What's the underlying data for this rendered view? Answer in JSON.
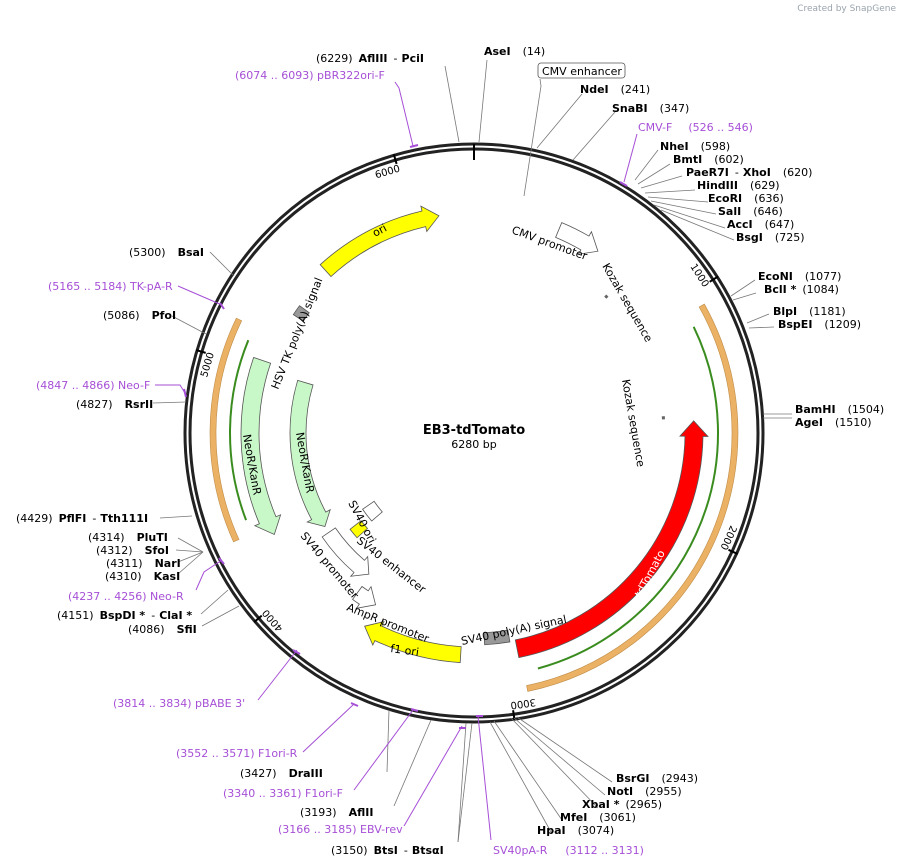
{
  "watermark": "Created by SnapGene",
  "plasmid": {
    "name": "EB3-tdTomato",
    "length_label": "6280 bp",
    "length": 6280
  },
  "ticks": [
    {
      "label": "1000",
      "pos": 1000
    },
    {
      "label": "2000",
      "pos": 2000
    },
    {
      "label": "3000",
      "pos": 3000
    },
    {
      "label": "4000",
      "pos": 4000
    },
    {
      "label": "5000",
      "pos": 5000
    },
    {
      "label": "6000",
      "pos": 6000
    }
  ],
  "restriction_sites": [
    {
      "text_a": "(6229)",
      "name": "AflIII",
      "name2": "PciI",
      "pos": 6229
    },
    {
      "name": "AseI",
      "text_b": "(14)",
      "pos": 14
    },
    {
      "name": "NdeI",
      "text_b": "(241)",
      "pos": 241
    },
    {
      "name": "SnaBI",
      "text_b": "(347)",
      "pos": 347
    },
    {
      "name": "NheI",
      "text_b": "(598)",
      "pos": 598
    },
    {
      "name": "BmtI",
      "text_b": "(602)",
      "pos": 602
    },
    {
      "name": "PaeR7I",
      "name2": "XhoI",
      "text_b": "(620)",
      "pos": 620
    },
    {
      "name": "HindIII",
      "text_b": "(629)",
      "pos": 629
    },
    {
      "name": "EcoRI",
      "text_b": "(636)",
      "pos": 636
    },
    {
      "name": "SalI",
      "text_b": "(646)",
      "pos": 646
    },
    {
      "name": "AccI",
      "text_b": "(647)",
      "pos": 647
    },
    {
      "name": "BsgI",
      "text_b": "(725)",
      "pos": 725
    },
    {
      "name": "EcoNI",
      "text_b": "(1077)",
      "pos": 1077
    },
    {
      "name": "BclI *",
      "text_b": "(1084)",
      "pos": 1084
    },
    {
      "name": "BlpI",
      "text_b": "(1181)",
      "pos": 1181
    },
    {
      "name": "BspEI",
      "text_b": "(1209)",
      "pos": 1209
    },
    {
      "name": "BamHI",
      "text_b": "(1504)",
      "pos": 1504
    },
    {
      "name": "AgeI",
      "text_b": "(1510)",
      "pos": 1510
    },
    {
      "name": "BsrGI",
      "text_b": "(2943)",
      "pos": 2943
    },
    {
      "name": "NotI",
      "text_b": "(2955)",
      "pos": 2955
    },
    {
      "name": "XbaI *",
      "text_b": "(2965)",
      "pos": 2965
    },
    {
      "name": "MfeI",
      "text_b": "(3061)",
      "pos": 3061
    },
    {
      "name": "HpaI",
      "text_b": "(3074)",
      "pos": 3074
    },
    {
      "text_a": "(3150)",
      "name": "BtsI",
      "name2": "BtsαI",
      "pos": 3150
    },
    {
      "text_a": "(3193)",
      "name": "AflII",
      "pos": 3193
    },
    {
      "text_a": "(3427)",
      "name": "DraIII",
      "pos": 3427
    },
    {
      "text_a": "(4086)",
      "name": "SfiI",
      "pos": 4086
    },
    {
      "text_a": "(4151)",
      "name": "BspDI *",
      "name2": "ClaI *",
      "pos": 4151
    },
    {
      "text_a": "(4310)",
      "name": "KasI",
      "pos": 4310
    },
    {
      "text_a": "(4311)",
      "name": "NarI",
      "pos": 4311
    },
    {
      "text_a": "(4312)",
      "name": "SfoI",
      "pos": 4312
    },
    {
      "text_a": "(4314)",
      "name": "PluTI",
      "pos": 4314
    },
    {
      "text_a": "(4429)",
      "name": "PflFI",
      "name2": "Tth111I",
      "pos": 4429
    },
    {
      "text_a": "(4827)",
      "name": "RsrII",
      "pos": 4827
    },
    {
      "text_a": "(5086)",
      "name": "PfoI",
      "pos": 5086
    },
    {
      "text_a": "(5300)",
      "name": "BsaI",
      "pos": 5300
    }
  ],
  "primers": [
    {
      "text": "(6074 .. 6093)  pBR322ori-F",
      "pos": 6083
    },
    {
      "text": "CMV-F",
      "text_b": "(526 .. 546)",
      "pos": 536
    },
    {
      "text": "(5165 .. 5184)  TK-pA-R",
      "pos": 5175
    },
    {
      "text": "(4847 .. 4866)  Neo-F",
      "pos": 4856
    },
    {
      "text": "(4237 .. 4256)  Neo-R",
      "pos": 4246
    },
    {
      "text": "(3814 .. 3834)  pBABE 3'",
      "pos": 3824
    },
    {
      "text": "(3552 .. 3571)  F1ori-R",
      "pos": 3561
    },
    {
      "text": "(3340 .. 3361)  F1ori-F",
      "pos": 3350
    },
    {
      "text": "(3166 .. 3185)  EBV-rev",
      "pos": 3175
    },
    {
      "text": "SV40pA-R",
      "text_b": "(3112 .. 3131)",
      "pos": 3121
    }
  ],
  "features": [
    {
      "name": "CMV enhancer",
      "start": 14,
      "end": 394,
      "color": "#ffffff",
      "style": "boxed-label"
    },
    {
      "name": "CMV promoter",
      "start": 395,
      "end": 598,
      "color": "#ffffff",
      "style": "arrow"
    },
    {
      "name": "Kozak sequence",
      "pos": 770,
      "color": "#999999",
      "style": "small"
    },
    {
      "name": "Kozak sequence",
      "pos": 1490,
      "color": "#999999",
      "style": "small"
    },
    {
      "name": "tdTomato",
      "start": 1515,
      "end": 2943,
      "color": "#ff0000",
      "style": "arrow-ccw"
    },
    {
      "name": "SV40 poly(A) signal",
      "start": 2970,
      "end": 3090,
      "color": "#999999",
      "style": "box"
    },
    {
      "name": "f1 ori",
      "start": 3200,
      "end": 3655,
      "color": "#ffff00",
      "style": "arrow"
    },
    {
      "name": "AmpR promoter",
      "start": 3660,
      "end": 3770,
      "color": "#ffffff",
      "style": "arrow-ccw"
    },
    {
      "name": "SV40 promoter",
      "start": 3780,
      "end": 4110,
      "color": "#ffffff",
      "style": "arrow-ccw"
    },
    {
      "name": "SV40 ori",
      "start": 3980,
      "end": 4050,
      "color": "#ffff00",
      "style": "box"
    },
    {
      "name": "SV40 enhancer",
      "start": 4000,
      "end": 4110,
      "color": "#ffffff",
      "style": "box"
    },
    {
      "name": "NeoR/KanR",
      "start": 4240,
      "end": 5040,
      "color": "#c8f7c8",
      "style": "arrow-ccw"
    },
    {
      "name": "NeoR/KanR",
      "start": 4150,
      "end": 5000,
      "color": "#c8f7c8",
      "style": "arrow-ccw"
    },
    {
      "name": "HSV TK poly(A) signal",
      "start": 5290,
      "end": 5300,
      "color": "#999999",
      "style": "box"
    },
    {
      "name": "ori",
      "start": 5540,
      "end": 6120,
      "color": "#ffff00",
      "style": "arrow"
    }
  ],
  "orfs": [
    {
      "start": 1060,
      "end": 2935,
      "direction": "cw",
      "color": "#e8a44a"
    },
    {
      "start": 4285,
      "end": 5160,
      "direction": "cw",
      "color": "#e8a44a"
    }
  ],
  "colors": {
    "primer": "#a64fd6",
    "orf": "#e8a44a",
    "orf_line": "#3a8c1f",
    "backbone": "#222222"
  }
}
